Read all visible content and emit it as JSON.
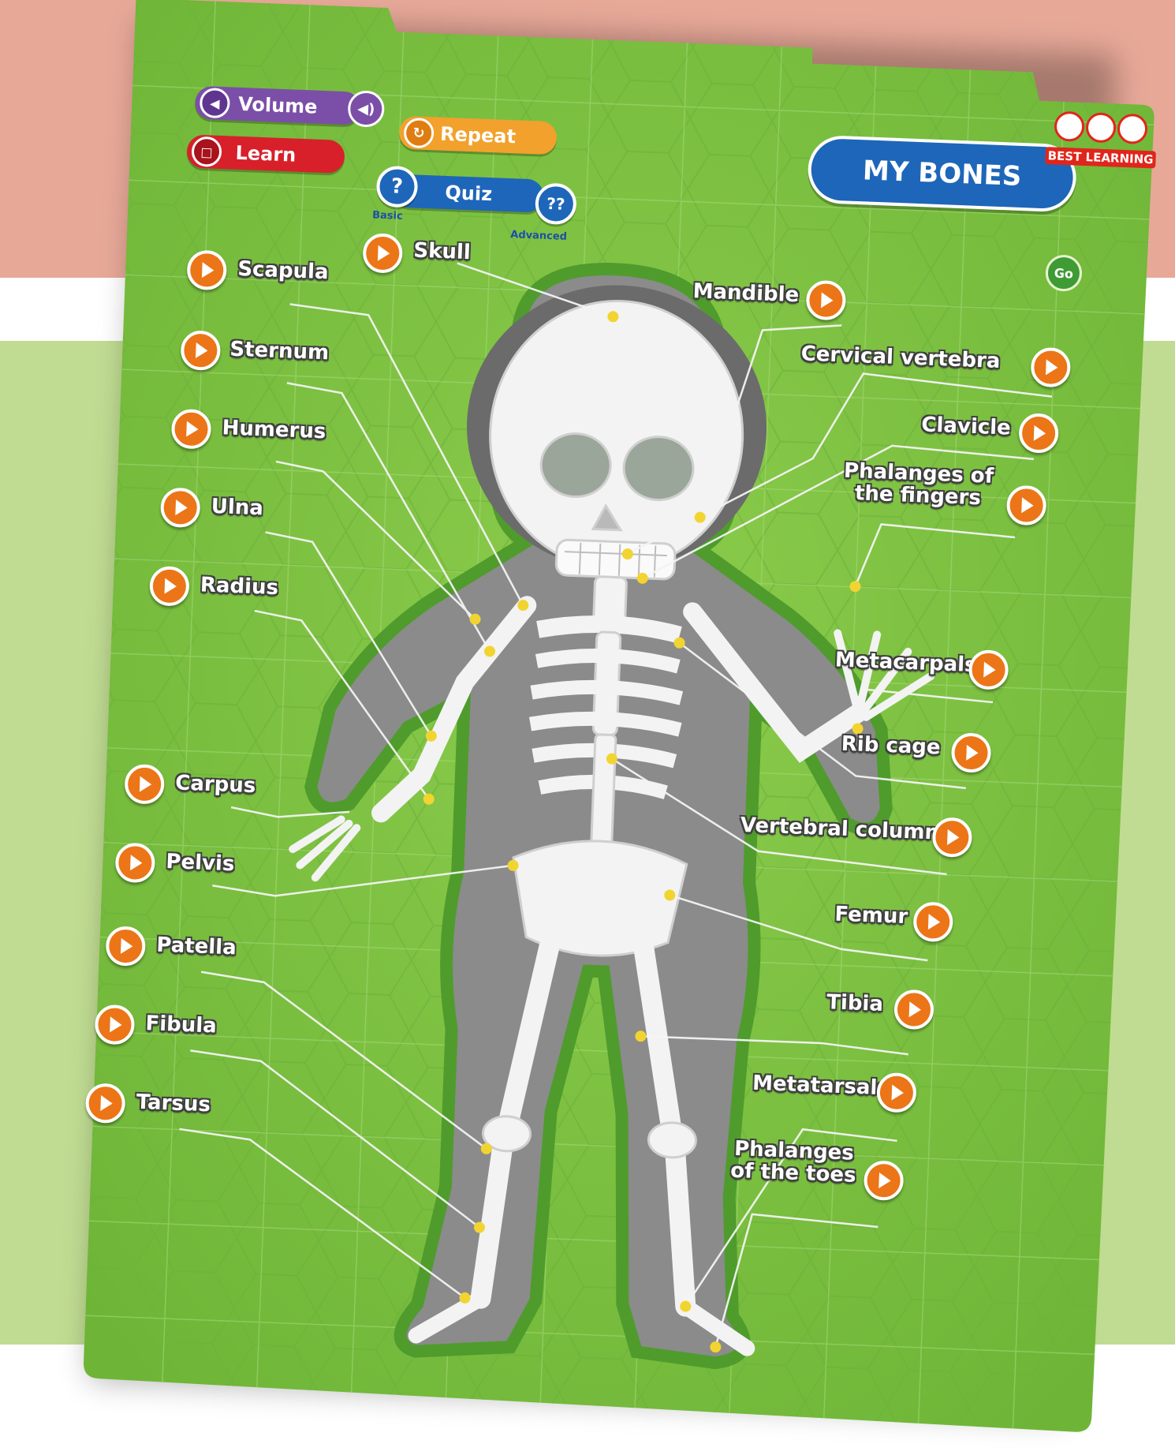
{
  "controls": {
    "volume_label": "Volume",
    "learn_label": "Learn",
    "repeat_label": "Repeat",
    "quiz_label": "Quiz",
    "basic_label": "Basic",
    "advanced_label": "Advanced",
    "basic_icon": "?",
    "advanced_icon": "??",
    "go_label": "Go"
  },
  "title": "MY BONES",
  "brand": {
    "name": "BEST LEARNING"
  },
  "colors": {
    "board_green": "#7cc242",
    "play_orange": "#ec7518",
    "volume_purple": "#7b4fa8",
    "learn_red": "#d8202a",
    "repeat_orange": "#f2a12c",
    "quiz_blue": "#1e66b9",
    "title_blue": "#1e66b9"
  },
  "bones_left": [
    {
      "label": "Skull"
    },
    {
      "label": "Scapula"
    },
    {
      "label": "Sternum"
    },
    {
      "label": "Humerus"
    },
    {
      "label": "Ulna"
    },
    {
      "label": "Radius"
    },
    {
      "label": "Carpus"
    },
    {
      "label": "Pelvis"
    },
    {
      "label": "Patella"
    },
    {
      "label": "Fibula"
    },
    {
      "label": "Tarsus"
    }
  ],
  "bones_right": [
    {
      "label": "Mandible"
    },
    {
      "label": "Cervical vertebra"
    },
    {
      "label": "Clavicle"
    },
    {
      "label": "Phalanges of the fingers"
    },
    {
      "label": "Metacarpals"
    },
    {
      "label": "Rib cage"
    },
    {
      "label": "Vertebral columns"
    },
    {
      "label": "Femur"
    },
    {
      "label": "Tibia"
    },
    {
      "label": "Metatarsals"
    },
    {
      "label": "Phalanges of the toes"
    }
  ]
}
